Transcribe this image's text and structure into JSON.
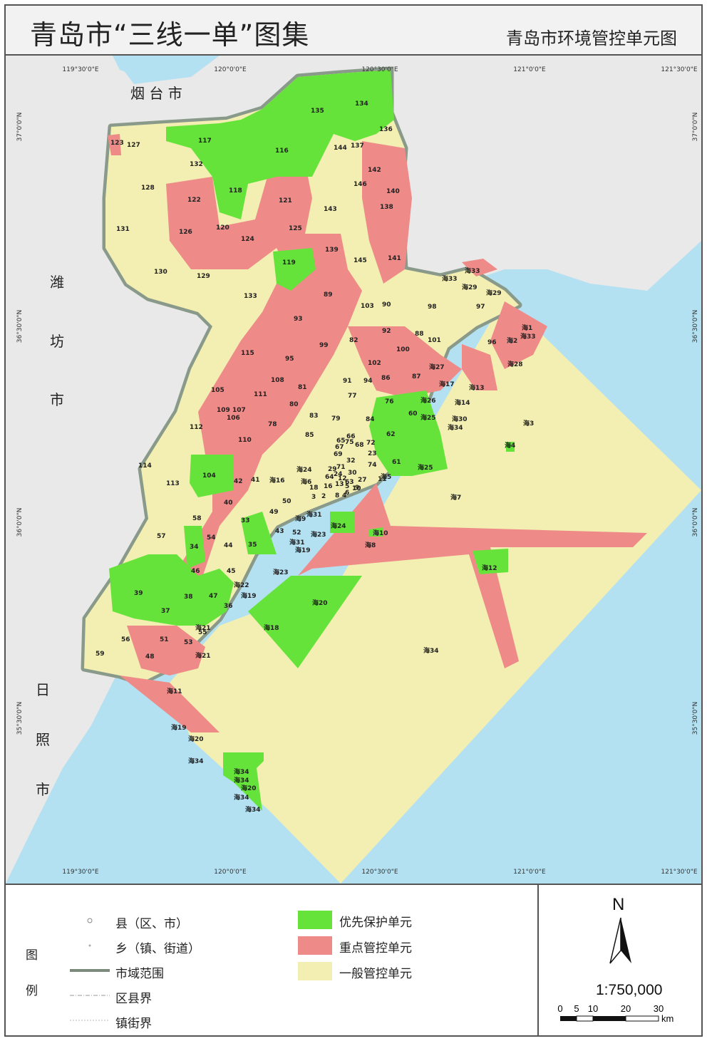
{
  "header": {
    "atlas_title": "青岛市“三线一单”图集",
    "map_title": "青岛市环境管控单元图"
  },
  "colors": {
    "priority": "#66e33a",
    "key": "#ee8a88",
    "general": "#f3eeb2",
    "sea": "#b3e1f2",
    "land": "#e9e9e9",
    "boundary": "#8a9a8a"
  },
  "coords": {
    "top": [
      "119°30'0\"E",
      "120°0'0\"E",
      "120°30'0\"E",
      "121°0'0\"E",
      "121°30'0\"E"
    ],
    "bottom": [
      "119°30'0\"E",
      "120°0'0\"E",
      "120°30'0\"E",
      "121°0'0\"E",
      "121°30'0\"E"
    ],
    "left": [
      "37°0'0\"N",
      "36°30'0\"N",
      "36°0'0\"N",
      "35°30'0\"N"
    ],
    "right": [
      "37°0'0\"N",
      "36°30'0\"N",
      "36°0'0\"N",
      "35°30'0\"N"
    ]
  },
  "places": {
    "yantai": "烟 台 市",
    "weifang": [
      "潍",
      "坊",
      "市"
    ],
    "rizhao": [
      "日",
      "照",
      "市"
    ]
  },
  "units": {
    "general": [
      "127",
      "128",
      "131",
      "132",
      "130",
      "129",
      "133",
      "115",
      "112",
      "114",
      "113",
      "57",
      "58",
      "54",
      "56",
      "59",
      "53",
      "55",
      "143",
      "144",
      "145",
      "146",
      "103",
      "99",
      "98",
      "97",
      "96",
      "101",
      "100",
      "102"
    ],
    "key": [
      "123",
      "122",
      "126",
      "120",
      "124",
      "125",
      "121",
      "139",
      "89",
      "93",
      "95",
      "108",
      "105",
      "111",
      "109",
      "107",
      "106",
      "110",
      "81",
      "80",
      "78",
      "83",
      "85",
      "79",
      "77",
      "84",
      "91",
      "94",
      "82",
      "86",
      "87",
      "88",
      "92",
      "90",
      "141",
      "138",
      "140",
      "142",
      "42",
      "41",
      "40",
      "44",
      "45",
      "46",
      "47",
      "43",
      "49",
      "50",
      "52",
      "51",
      "48",
      "65",
      "66",
      "67",
      "75",
      "68",
      "72",
      "69",
      "32",
      "29",
      "71",
      "30",
      "23",
      "24",
      "74",
      "64",
      "12",
      "27",
      "11",
      "63",
      "9",
      "18",
      "16",
      "13",
      "5",
      "10",
      "3",
      "8",
      "4",
      "6",
      "2",
      "1"
    ],
    "priority": [
      "117",
      "116",
      "118",
      "119",
      "135",
      "134",
      "137",
      "136",
      "104",
      "39",
      "38",
      "37",
      "34",
      "36",
      "35",
      "33",
      "76",
      "60",
      "62",
      "61"
    ],
    "sea": [
      "海33",
      "海33",
      "海29",
      "海29",
      "海1",
      "海33",
      "海2",
      "海28",
      "海27",
      "海17",
      "海13",
      "海26",
      "海14",
      "海25",
      "海30",
      "海34",
      "海3",
      "海4",
      "海24",
      "海16",
      "海6",
      "海25",
      "海5",
      "海7",
      "海31",
      "海9",
      "海24",
      "海23",
      "海31",
      "海19",
      "海23",
      "海10",
      "海8",
      "海12",
      "海22",
      "海19",
      "海20",
      "海18",
      "海21",
      "海21",
      "海34",
      "海11",
      "海19",
      "海20",
      "海34",
      "海34",
      "海34",
      "海20",
      "海34",
      "海34"
    ]
  },
  "legend": {
    "title": [
      "图",
      "例"
    ],
    "symbols": [
      "县（区、市）",
      "乡（镇、街道）",
      "市域范围",
      "区县界",
      "镇街界"
    ],
    "classes": [
      "优先保护单元",
      "重点管控单元",
      "一般管控单元"
    ]
  },
  "scale": {
    "north": "N",
    "ratio": "1:750,000",
    "ticks": [
      "0",
      "5",
      "10",
      "20",
      "30"
    ],
    "unit": "km"
  }
}
